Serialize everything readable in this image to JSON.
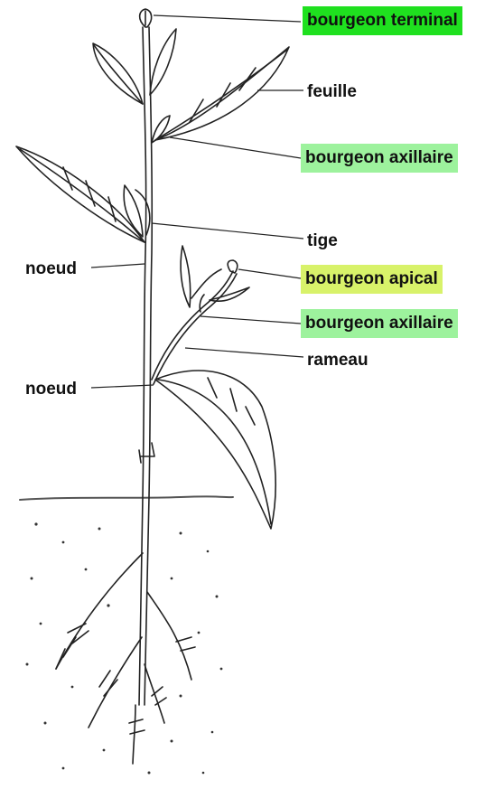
{
  "labels": {
    "bourgeon_terminal": "bourgeon terminal",
    "feuille": "feuille",
    "bourgeon_axillaire_1": "bourgeon axillaire",
    "tige": "tige",
    "bourgeon_apical": "bourgeon apical",
    "bourgeon_axillaire_2": "bourgeon axillaire",
    "rameau": "rameau",
    "noeud_1": "noeud",
    "noeud_2": "noeud"
  },
  "colors": {
    "bourgeon_terminal_bg": "#1fe01f",
    "bourgeon_axillaire_bg": "#9df29d",
    "bourgeon_apical_bg": "#d8f26a",
    "ink": "#222222",
    "ground_line": "#555555"
  }
}
